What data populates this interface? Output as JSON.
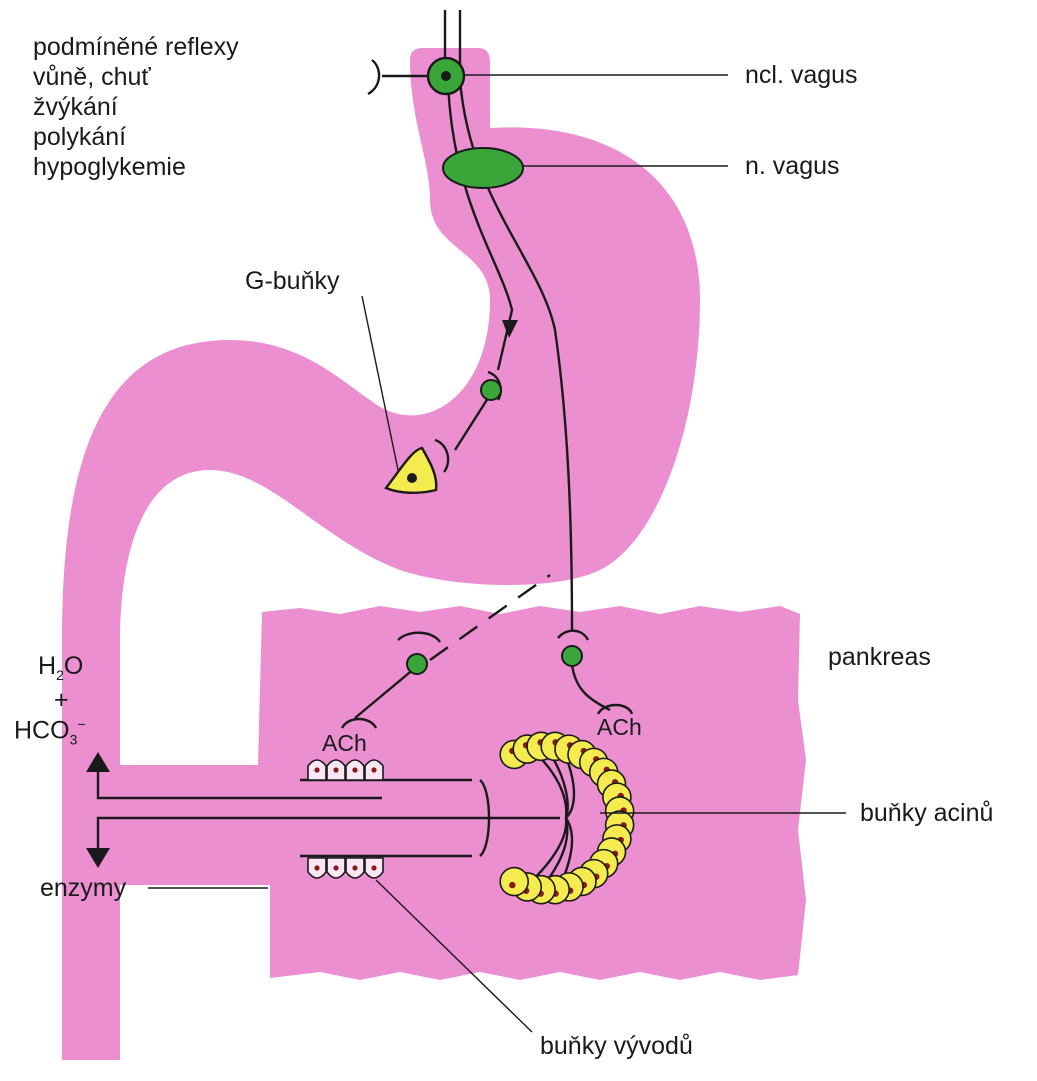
{
  "stimuli_lines": [
    "podmíněné reflexy",
    "vůně, chuť",
    "žvýkání",
    "polykání",
    "hypoglykemie"
  ],
  "labels": {
    "ncl_vagus": "ncl. vagus",
    "n_vagus": "n. vagus",
    "g_cells": "G-buňky",
    "pancreas": "pankreas",
    "ach": "ACh",
    "acinar_cells": "buňky acinů",
    "duct_cells": "buňky vývodů",
    "enzymes": "enzymy"
  },
  "secretion": {
    "water": "H",
    "water_sub": "2",
    "water_tail": "O",
    "plus": "+",
    "bicarb": "HCO",
    "bicarb_sub": "3",
    "bicarb_sup": "−"
  },
  "colors": {
    "tissue": "#eb8fd0",
    "ganglion": "#3aa63a",
    "cell_yellow": "#f4ec4e",
    "nucleus": "#8a1a1a",
    "line": "#1a1a1a"
  }
}
